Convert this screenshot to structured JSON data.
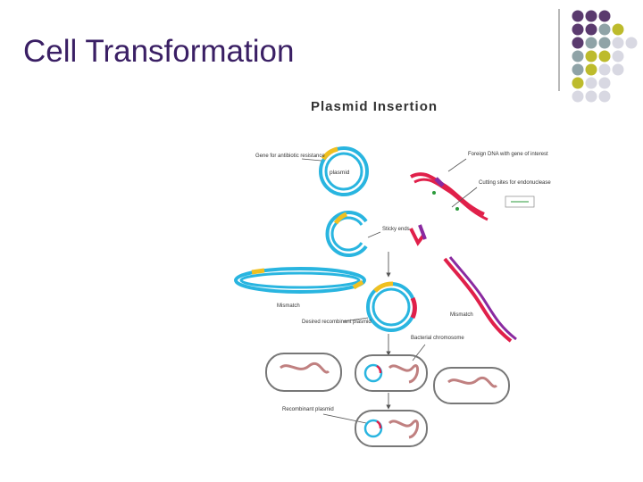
{
  "slide": {
    "title": "Cell Transformation"
  },
  "colors": {
    "title": "#3a1f64",
    "dot_purple": "#5a3a6e",
    "dot_gray": "#8fa3a7",
    "dot_olive": "#bdbb2c",
    "dot_light": "#d8d8e2",
    "plasmid_cyan": "#29b5e0",
    "gene_yellow": "#f0c020",
    "dna_red": "#e0204a",
    "dna_purple": "#8a2aa0",
    "chromosome": "#c08080"
  },
  "diagram": {
    "heading": "Plasmid Insertion",
    "labels": {
      "gene": "Gene for antibiotic resistance",
      "plasmid": "plasmid",
      "foreign_dna": "Foreign DNA with gene of interest",
      "cutting_sites": "Cutting sites for endonuclease",
      "sticky_ends": "Sticky ends",
      "mismatch_left": "Mismatch",
      "desired": "Desired recombinant plasmid",
      "mismatch_right": "Mismatch",
      "bacterial": "Bacterial chromosome",
      "recombinant": "Recombinant plasmid"
    }
  }
}
